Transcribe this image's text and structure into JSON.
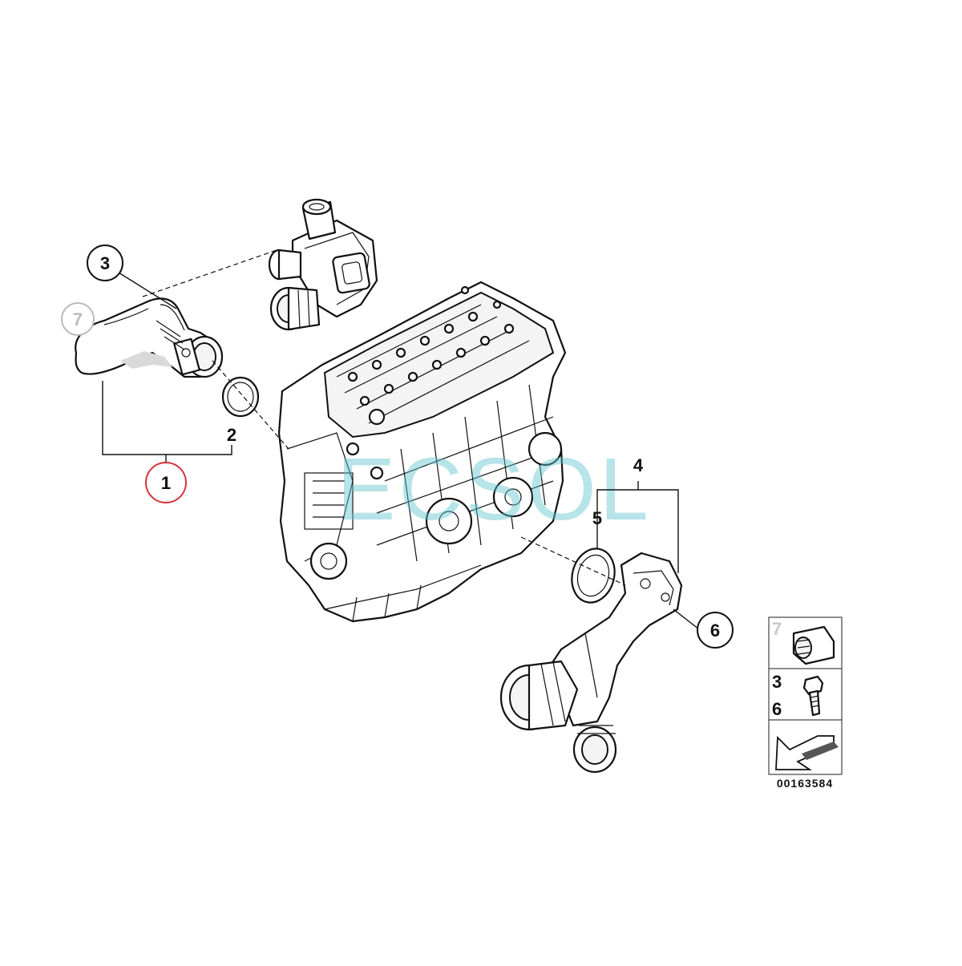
{
  "callouts": {
    "c1": "1",
    "c2": "2",
    "c3": "3",
    "c4": "4",
    "c5": "5",
    "c6": "6",
    "c7": "7"
  },
  "legend": {
    "row1_num": "7",
    "row2_num_a": "3",
    "row2_num_b": "6"
  },
  "catalog_number": "00163584",
  "watermark": "ECSOL",
  "colors": {
    "highlight_circle": "#d9323a",
    "faded_circle": "#bbbbbb",
    "watermark": "#5ec3cf"
  }
}
